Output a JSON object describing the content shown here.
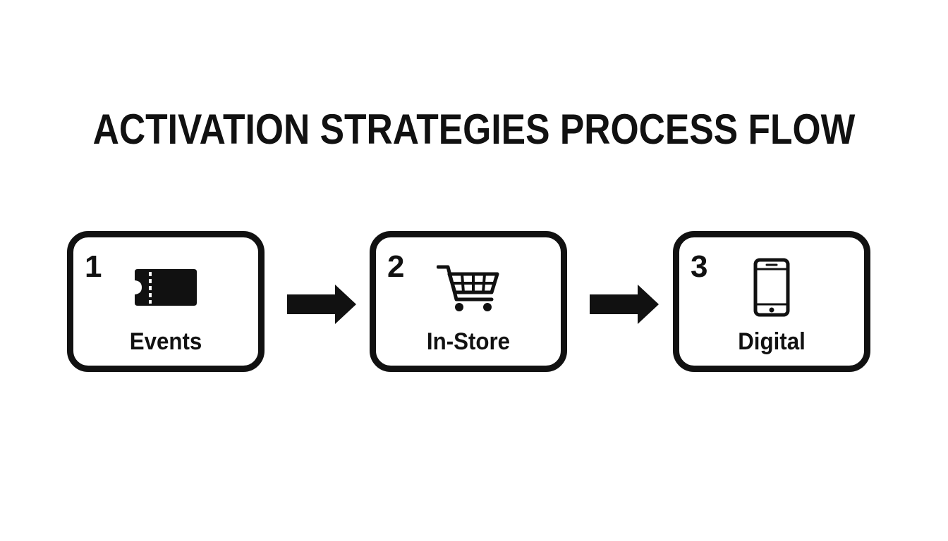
{
  "diagram": {
    "title": "ACTIVATION STRATEGIES PROCESS FLOW",
    "steps": [
      {
        "number": "1",
        "label": "Events",
        "icon": "ticket-icon"
      },
      {
        "number": "2",
        "label": "In-Store",
        "icon": "shopping-cart-icon"
      },
      {
        "number": "3",
        "label": "Digital",
        "icon": "smartphone-icon"
      }
    ],
    "colors": {
      "ink": "#111111",
      "background": "#ffffff"
    }
  }
}
